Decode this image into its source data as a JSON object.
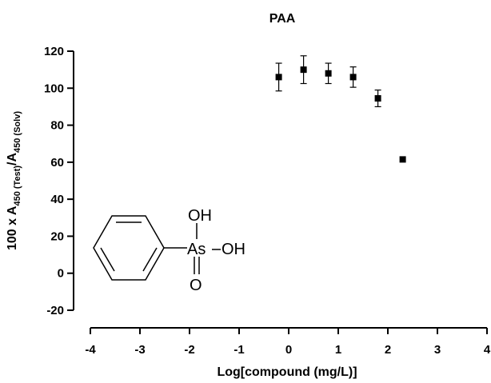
{
  "chart_data": {
    "type": "scatter",
    "title": "PAA",
    "xlabel": "Log[compound (mg/L)]",
    "ylabel": {
      "prefix": "100 x A",
      "sub1": "450 (Test)",
      "mid": "/A",
      "sub2": "450 (Solv)"
    },
    "xlim": [
      -4,
      4
    ],
    "ylim": [
      -20,
      120
    ],
    "x_ticks": [
      -4,
      -3,
      -2,
      -1,
      0,
      1,
      2,
      3,
      4
    ],
    "y_ticks": [
      -20,
      0,
      20,
      40,
      60,
      80,
      100,
      120
    ],
    "grid": false,
    "series": [
      {
        "x": [
          -0.2,
          0.3,
          0.8,
          1.3,
          1.8,
          2.3
        ],
        "y": [
          106,
          110,
          108,
          106,
          94.5,
          61.5
        ],
        "err": [
          7.5,
          7.5,
          5.5,
          5.5,
          4.5,
          0
        ]
      }
    ],
    "structure_labels": {
      "oh_top": "OH",
      "arsenic": "As",
      "oh_right": "OH",
      "oxygen": "O"
    }
  }
}
